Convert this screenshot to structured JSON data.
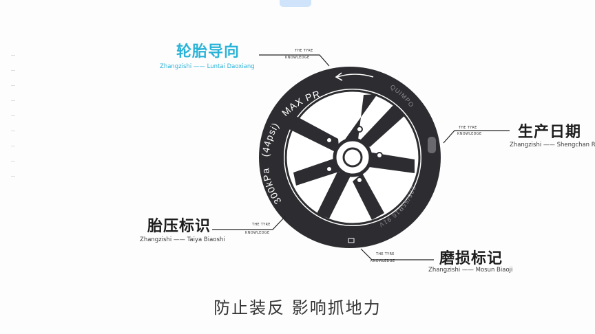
{
  "labels": {
    "guide": {
      "zh": "轮胎导向",
      "py": "Zhangzishi —— Luntai Daoxiang"
    },
    "date": {
      "zh": "生产日期",
      "py": "Zhangzishi —— Shengchan Riqi"
    },
    "pressure": {
      "zh": "胎压标识",
      "py": "Zhangzishi —— Taiya Biaoshi"
    },
    "wear": {
      "zh": "磨损标记",
      "py": "Zhangzishi —— Mosun Biaoji"
    }
  },
  "connector_text": {
    "top": "THE TYRE",
    "bottom": "KNOWLEDGE"
  },
  "tire_text": {
    "max_press": "MAX PRESS",
    "psi": "(44psi)",
    "kpa": "300kPa",
    "size": "205/55R16 91V",
    "brand": "QUIMPO"
  },
  "caption": "防止装反 影响抓地力",
  "colors": {
    "accent": "#29b3d8",
    "tire": "#2d2d31",
    "rim": "#ffffff"
  },
  "icons": {
    "direction_arrow": "arrow-left-icon"
  }
}
